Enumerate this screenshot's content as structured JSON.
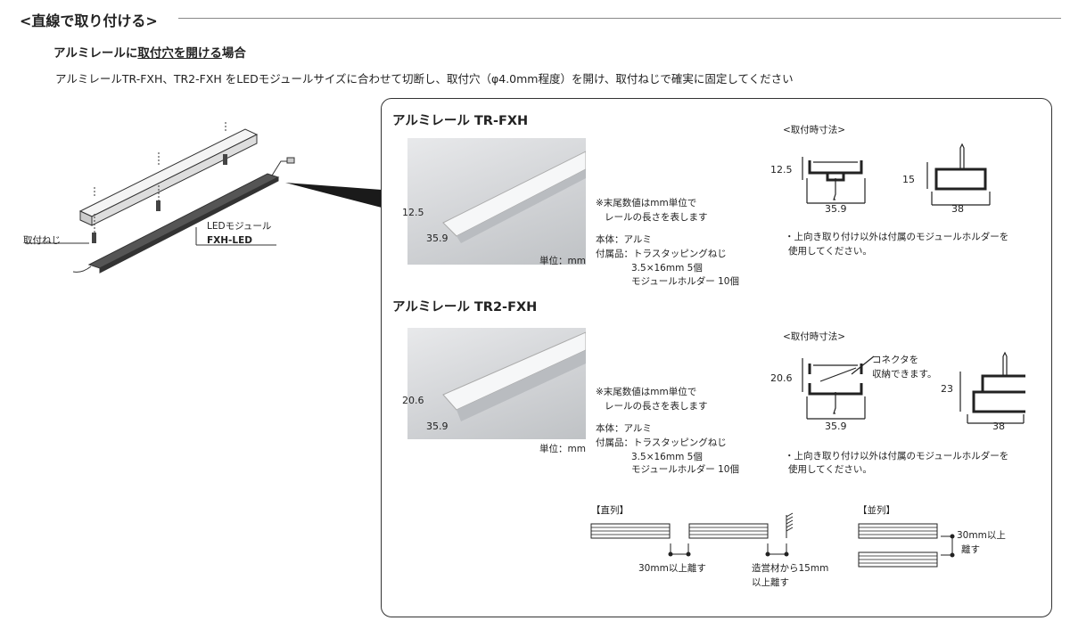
{
  "header": {
    "title": "<直線で取り付ける>",
    "subtitle_pre": "アルミレールに",
    "subtitle_u": "取付穴を開ける",
    "subtitle_post": "場合",
    "description": "アルミレールTR-FXH、TR2-FXH をLEDモジュールサイズに合わせて切断し、取付穴（φ4.0mm程度）を開け、取付ねじで確実に固定してください"
  },
  "illustration": {
    "screw_label": "取付ねじ",
    "module_label1": "LEDモジュール",
    "module_label2": "FXH-LED"
  },
  "products": [
    {
      "title": "アルミレール TR-FXH",
      "photo_h": "12.5",
      "photo_w": "35.9",
      "unit": "単位：mm",
      "note1": "※末尾数値はmm単位で",
      "note2": "レールの長さを表します",
      "body": "本体：アルミ",
      "acc": "付属品：トラスタッピングねじ",
      "acc2": "3.5×16mm 5個",
      "acc3": "モジュールホルダー 10個",
      "dims_title": "<取付時寸法>",
      "d1_h": "12.5",
      "d1_w": "35.9",
      "d2_h": "15",
      "d2_w": "38",
      "tip1": "・上向き取り付け以外は付属のモジュールホルダーを",
      "tip2": "使用してください。"
    },
    {
      "title": "アルミレール TR2-FXH",
      "photo_h": "20.6",
      "photo_w": "35.9",
      "unit": "単位：mm",
      "note1": "※末尾数値はmm単位で",
      "note2": "レールの長さを表します",
      "body": "本体：アルミ",
      "acc": "付属品：トラスタッピングねじ",
      "acc2": "3.5×16mm 5個",
      "acc3": "モジュールホルダー 10個",
      "dims_title": "<取付時寸法>",
      "d1_h": "20.6",
      "d1_w": "35.9",
      "d2_h": "23",
      "d2_w": "38",
      "connector1": "コネクタを",
      "connector2": "収納できます。",
      "tip1": "・上向き取り付け以外は付属のモジュールホルダーを",
      "tip2": "使用してください。"
    }
  ],
  "layout_rules": {
    "series_title": "【直列】",
    "series_gap": "30mm以上離す",
    "wall_gap1": "造営材から15mm",
    "wall_gap2": "以上離す",
    "parallel_title": "【並列】",
    "parallel_gap1": "30mm以上",
    "parallel_gap2": "離す"
  }
}
